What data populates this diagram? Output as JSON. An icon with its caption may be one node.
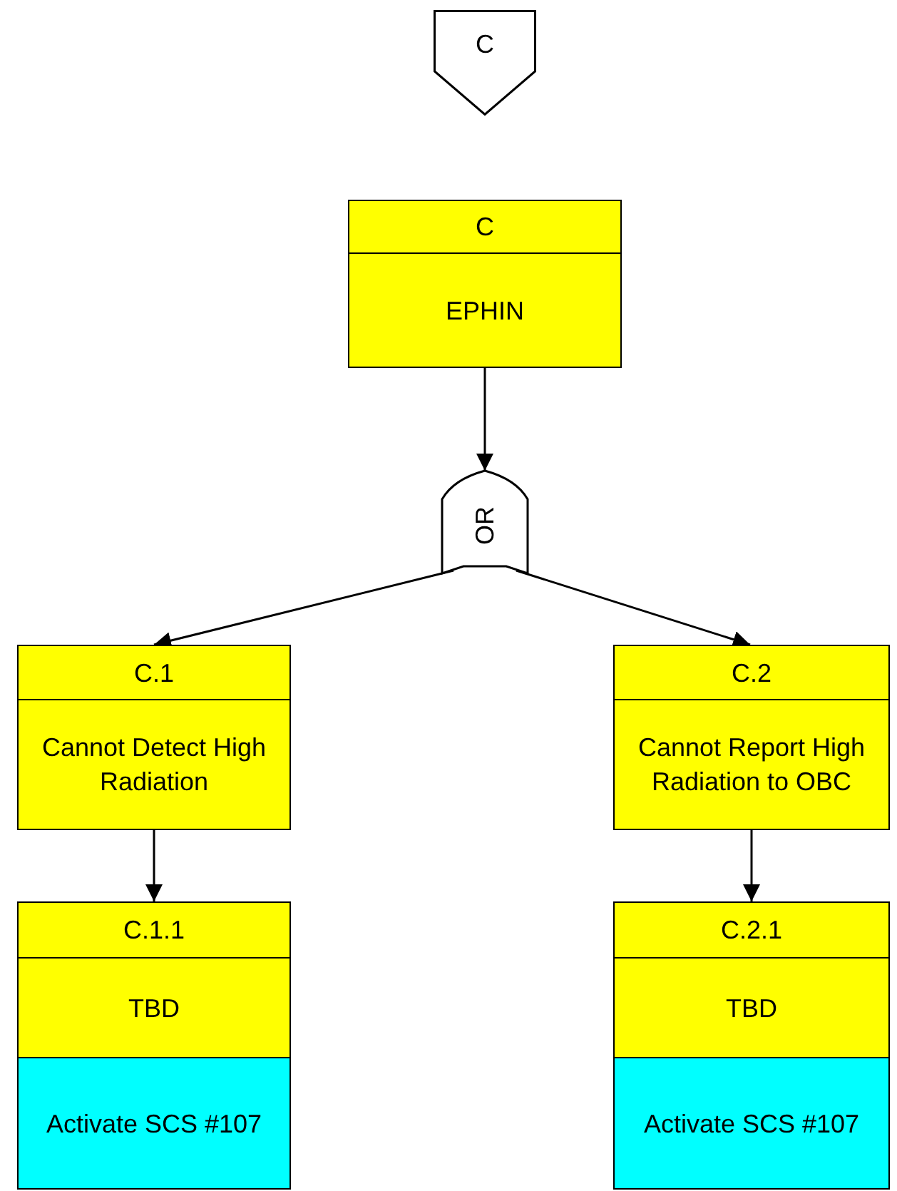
{
  "diagram": {
    "nodes": [
      {
        "text": [
          "C"
        ]
      },
      {
        "text": [
          "C",
          "EPHIN"
        ]
      },
      {
        "text": [
          "OR"
        ]
      },
      {
        "text": [
          "C.1",
          "Cannot Detect High Radiation"
        ]
      },
      {
        "text": [
          "C.1.1",
          "TBD",
          "Activate SCS #107"
        ]
      },
      {
        "text": [
          "C.2",
          "Cannot Report High Radiation to OBC"
        ]
      },
      {
        "text": [
          "C.2.1",
          "TBD",
          "Activate SCS #107"
        ]
      }
    ],
    "edges": [
      {
        "from": 1,
        "to": 2,
        "arrow": "to"
      },
      {
        "from": 2,
        "to": 3,
        "arrow": "to"
      },
      {
        "from": 2,
        "to": 5,
        "arrow": "to"
      },
      {
        "from": 3,
        "to": 4,
        "arrow": "to"
      },
      {
        "from": 5,
        "to": 6,
        "arrow": "to"
      }
    ]
  }
}
